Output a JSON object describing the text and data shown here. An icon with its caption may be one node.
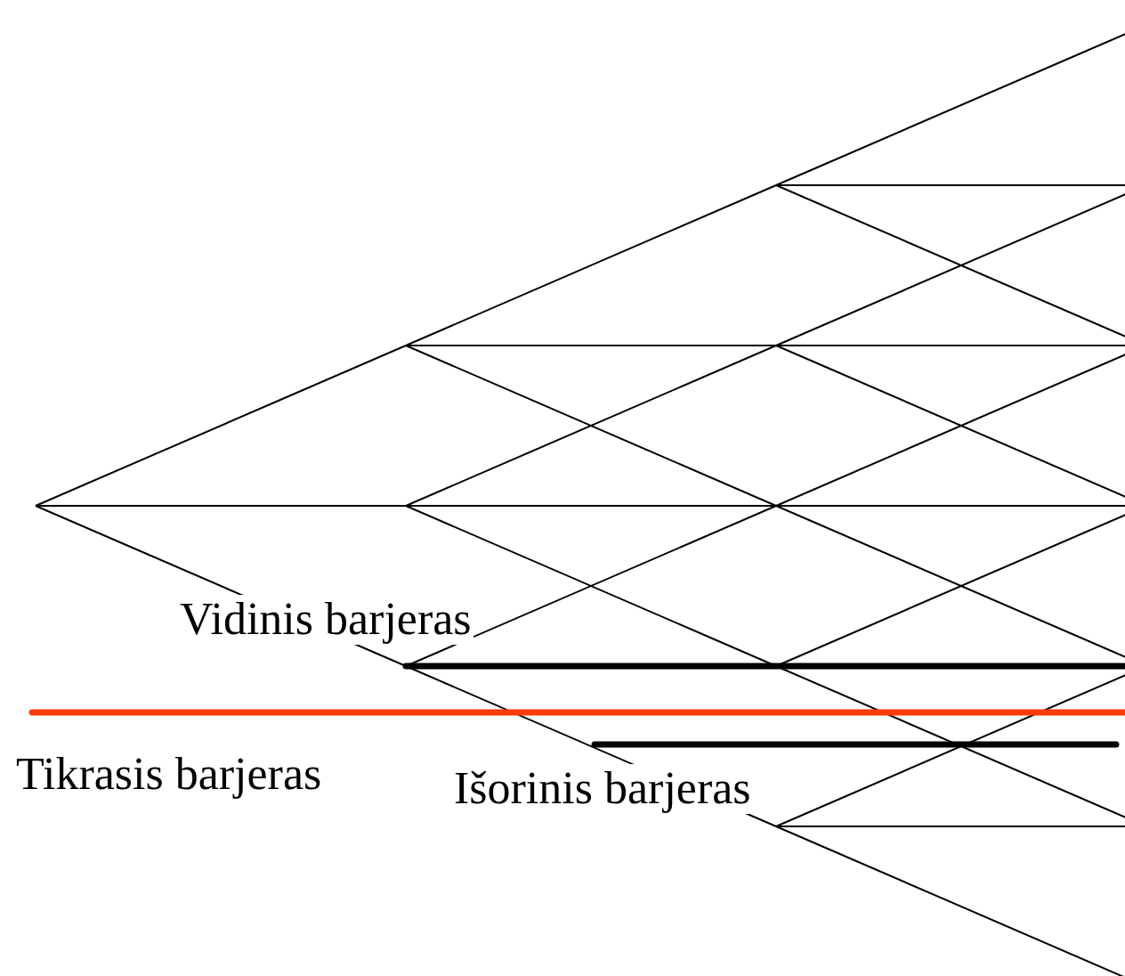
{
  "diagram": {
    "labels": [
      "Vidinis barjeras",
      "Tikrasis barjeras",
      "Išorinis barjeras"
    ]
  }
}
